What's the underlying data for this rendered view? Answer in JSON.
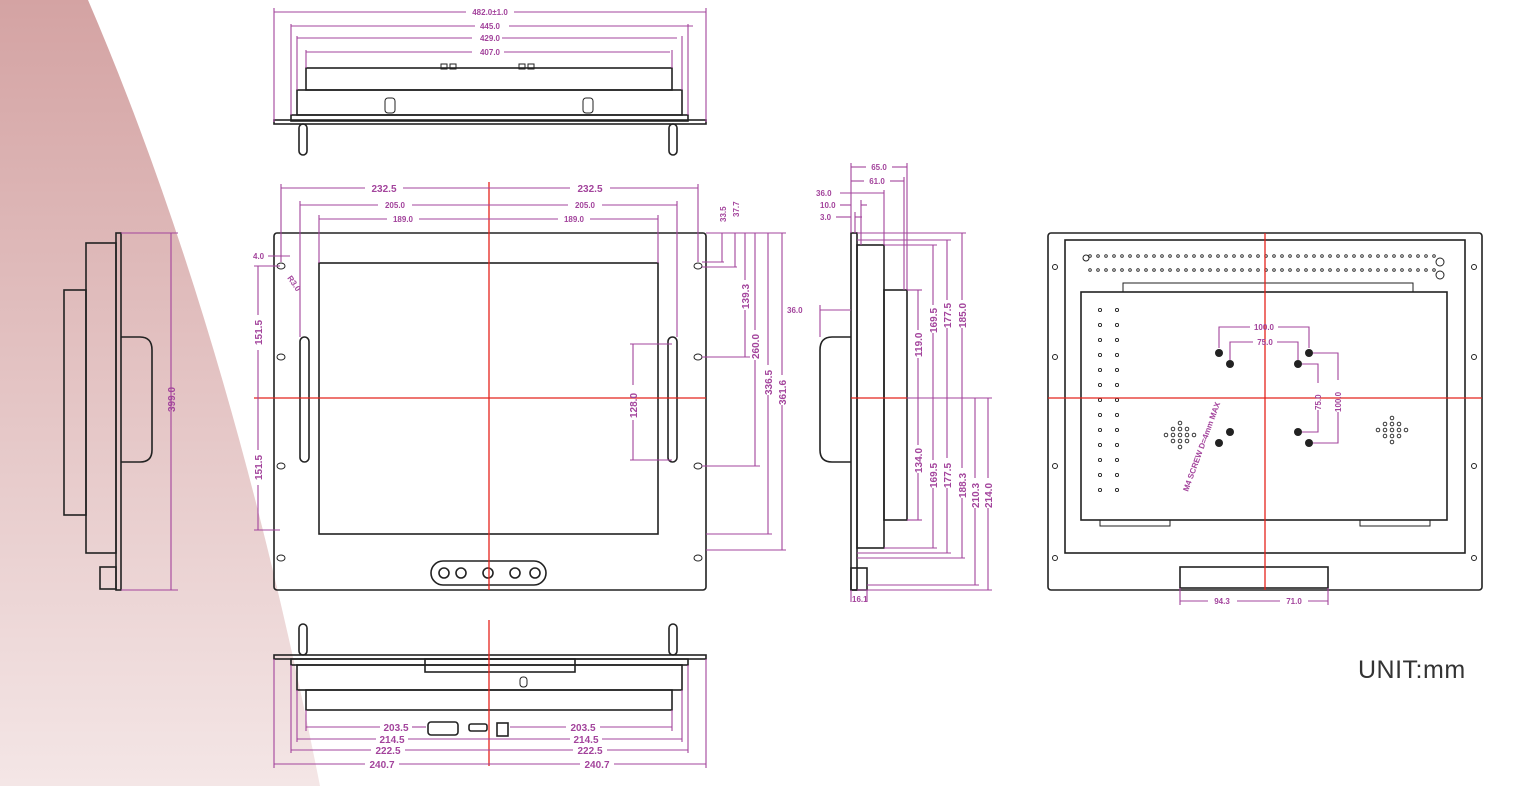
{
  "unit_label": "UNIT:mm",
  "colors": {
    "dimension": "#a3449c",
    "centerline": "#e4241c",
    "outline": "#222222",
    "background_accent": "#d6a6a6"
  },
  "top_view": {
    "overall": "482.0±1.0",
    "w445": "445.0",
    "w429": "429.0",
    "w407": "407.0"
  },
  "front_view": {
    "half_hole": "232.5",
    "half_handle": "205.0",
    "half_screen": "189.0",
    "edge_offset": "4.0",
    "radius": "R3.0",
    "half_height_top": "151.5",
    "half_height_bottom": "151.5",
    "right_dims": [
      "33.5",
      "37.7",
      "139.3",
      "260.0",
      "336.5",
      "361.6"
    ],
    "handle_length": "128.0"
  },
  "left_view": {
    "height": "399.0"
  },
  "side_view": {
    "top_dims": [
      "65.0",
      "61.0",
      "36.0",
      "10.0",
      "3.0"
    ],
    "handle_depth": "36.0",
    "upper_dims": [
      "119.0",
      "169.5",
      "177.5",
      "185.0"
    ],
    "lower_dims": [
      "134.0",
      "169.5",
      "177.5",
      "188.3",
      "210.3",
      "214.0"
    ],
    "bracket": "16.1"
  },
  "back_view": {
    "vesa_outer_h": "100.0",
    "vesa_inner_h": "75.0",
    "vesa_inner_v": "75.0",
    "vesa_outer_v": "100.0",
    "screw_note": "M4 SCREW D=4mm MAX",
    "stand_left": "94.3",
    "stand_right": "71.0"
  },
  "bottom_view": {
    "d203": "203.5",
    "d214": "214.5",
    "d222": "222.5",
    "d240": "240.7"
  }
}
